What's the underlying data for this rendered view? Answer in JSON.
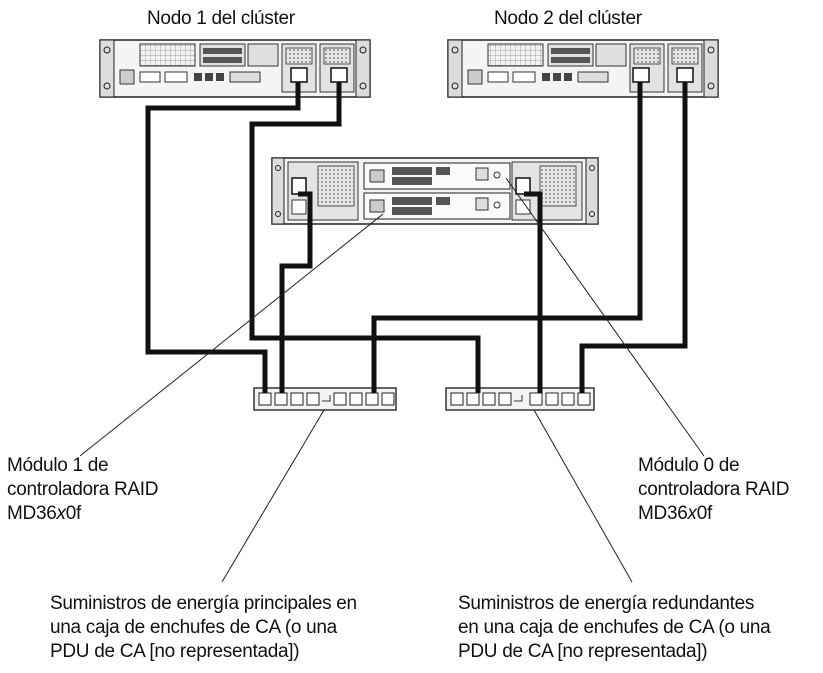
{
  "node1": {
    "title": "Nodo 1 del clúster"
  },
  "node2": {
    "title": "Nodo 2 del clúster"
  },
  "raid_module_1": {
    "line1": "Módulo 1 de",
    "line2": "controladora RAID",
    "model_prefix": "MD36",
    "model_var": "x",
    "model_suffix": "0f"
  },
  "raid_module_0": {
    "line1": "Módulo 0 de",
    "line2": "controladora RAID",
    "model_prefix": "MD36",
    "model_var": "x",
    "model_suffix": "0f"
  },
  "primary_power": {
    "line1": "Suministros de energía principales en",
    "line2": "una caja de enchufes de CA (o una",
    "line3": "PDU de CA [no representada])"
  },
  "redundant_power": {
    "line1": "Suministros de energía redundantes",
    "line2": "en una caja de enchufes de CA (o una",
    "line3": "PDU de CA [no representada])"
  }
}
